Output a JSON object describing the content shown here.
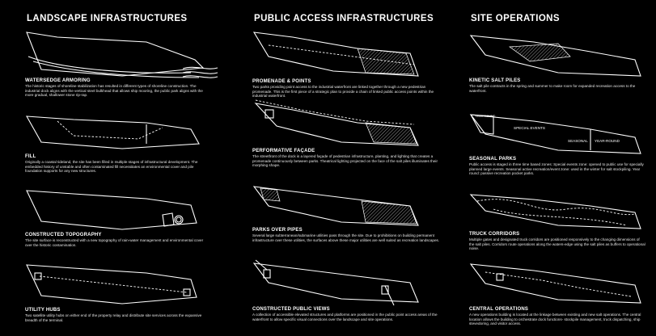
{
  "columns": [
    {
      "title": "LANDSCAPE INFRASTRUCTURES",
      "panels": [
        {
          "title": "WATERSEDGE ARMORING",
          "body": "The historic stages of shoreline stabilization has resulted in different types of shoreline construction. The industrial dock aligns with the vertical steel bulkhead that allows ship mooring, the public park aligns with the more gradual, shallower stone rip-rap."
        },
        {
          "title": "FILL",
          "body": "Originally a coastal tideland, the site has been filled in multiple stages of infrastructural development. The embedded history of unstable and often contaminated fill necessitates an environmental cover and pile foundation supports for any new structures."
        },
        {
          "title": "CONSTRUCTED TOPOGRAPHY",
          "body": "The site surface is reconstructed with a new topography of rain-water management and environmental cover over the historic contamination."
        },
        {
          "title": "UTILITY HUBS",
          "body": "Two satellite utility hubs on either end of the property relay and distribute site services across the expansive breadth of the terminal."
        }
      ]
    },
    {
      "title": "PUBLIC ACCESS INFRASTRUCTURES",
      "panels": [
        {
          "title": "PROMENADE & POINTS",
          "body": "Two parks providing point access to the industrial waterfront are linked together through a new pedestrian promenade. This is the first piece of a strategic plan to provide a chain of linked public access points within the industrial waterfront."
        },
        {
          "title": "PERFORMATIVE FAÇADE",
          "body": "The streetfront of the dock is a layered façade of pedestrian infrastructure, planting, and lighting that creates a promenade continuously between parks. Theatrical lighting projected on the face of the salt piles illuminates their morphing shape."
        },
        {
          "title": "PARKS OVER PIPES",
          "body": "Several large subterranean/submarine utilities pass through the site. Due to prohibitions on building permanent infrastructure over these utilities, the surfaces above these major utilities are well suited as recreation landscapes."
        },
        {
          "title": "CONSTRUCTED PUBLIC VIEWS",
          "body": "A collection of accessible elevated structures and platforms are positioned in the public point access areas of the waterfront to allow specific visual connections over the landscape and site operations."
        }
      ]
    },
    {
      "title": "SITE OPERATIONS",
      "panels": [
        {
          "title": "KINETIC SALT PILES",
          "body": "The salt pile contracts in the spring and summer to make room for expanded recreation access to the waterfront."
        },
        {
          "title": "SEASONAL PARKS",
          "body": "Public access is staged in three time based zones: Special events zone: opened to public use for specially planned large events. Seasonal active recreation/event zone: used in the winter for salt stockpiling. Year round: passive recreation pocket parks."
        },
        {
          "title": "TRUCK CORRIDORS",
          "body": "Multiple gates and designated truck corridors are positioned responsively to the changing dimensions of the salt piles. Corridors route operations along the waters-edge using the salt piles as buffers to operational noise."
        },
        {
          "title": "CENTRAL OPERATIONS",
          "body": "A new operations building is located at the linkage between existing and new salt operations. The central location allows the building to orchestrate dock functions- stockpile management, truck dispatching, ship stevedoring, and visitor access."
        }
      ]
    }
  ],
  "zone_labels": {
    "year_round_a": "YEAR ROUND",
    "special_events": "SPECIAL EVENTS",
    "seasonal": "SEASONAL",
    "year_round_b": "YEAR-ROUND"
  }
}
